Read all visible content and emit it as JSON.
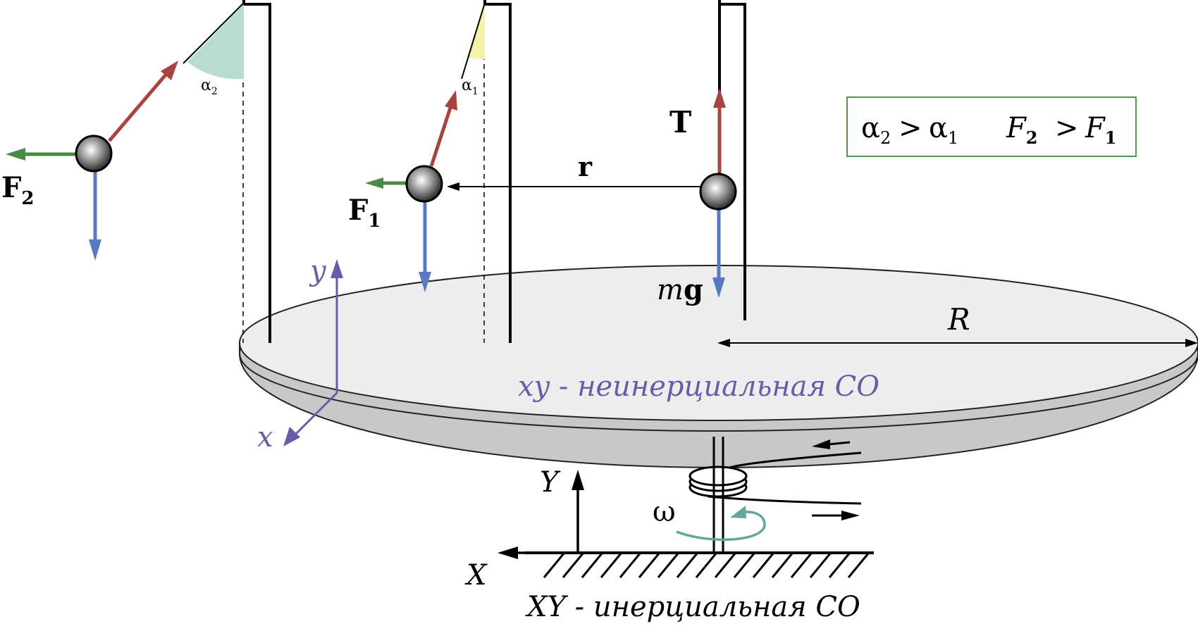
{
  "diagram": {
    "labels": {
      "F2": "F",
      "F2_sub": "2",
      "F1": "F",
      "F1_sub": "1",
      "T": "T",
      "r": "r",
      "mg_m": "m",
      "mg_g": "g",
      "R": "R",
      "alpha2": "α",
      "alpha2_sub": "2",
      "alpha1": "α",
      "alpha1_sub": "1",
      "y": "y",
      "x": "x",
      "Y": "Y",
      "X": "X",
      "omega": "ω",
      "noninertial": "xy - неинерциальная СО",
      "inertial": "XY - инерциальная СО"
    },
    "relation_box": {
      "a2": "α",
      "a2_sub": "2",
      "gt1": ">",
      "a1": "α",
      "a1_sub": "1",
      "F2": "F",
      "F2_sub": "2",
      "gt2": ">",
      "F1": "F",
      "F1_sub": "1"
    },
    "colors": {
      "tension": "#a7443f",
      "gravity": "#5878bf",
      "force": "#4a8a45",
      "axes_noninertial": "#6a5aa8",
      "omega_arrow": "#62a89a",
      "box_border": "#4e9a50",
      "angle2_fill": "#b8dccf",
      "angle1_fill": "#f6f1a6",
      "disk_top": "#ededed",
      "disk_side": "#c8c8c8"
    }
  }
}
